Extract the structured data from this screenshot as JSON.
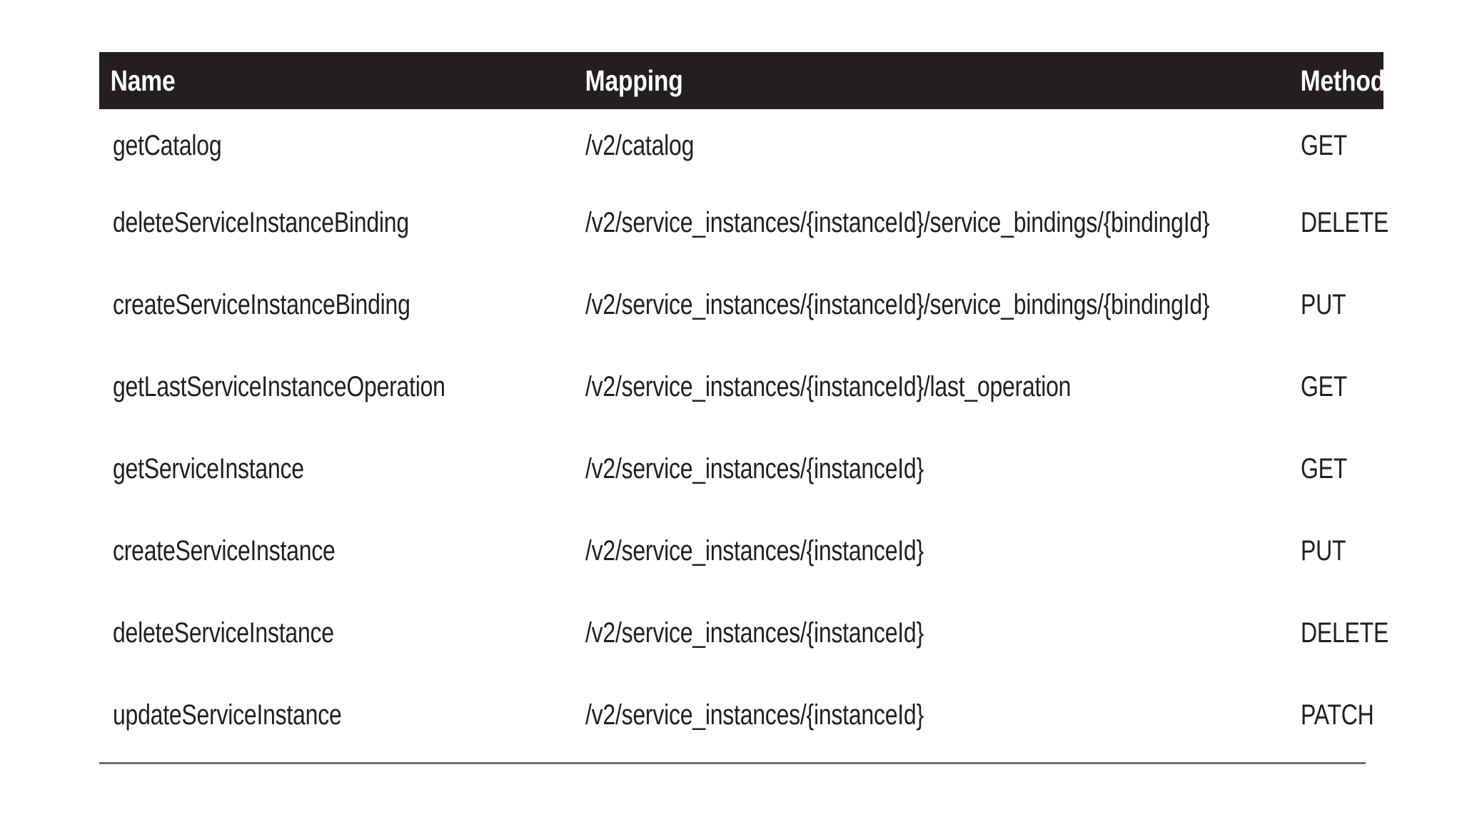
{
  "table": {
    "columns": [
      {
        "key": "name",
        "label": "Name"
      },
      {
        "key": "mapping",
        "label": "Mapping"
      },
      {
        "key": "method",
        "label": "Method"
      }
    ],
    "header_background": "#231f20",
    "header_text_color": "#ffffff",
    "body_text_color": "#231f20",
    "rule_color": "#6d6e71",
    "page_background": "#ffffff",
    "rows": [
      {
        "name": "getCatalog",
        "mapping": "/v2/catalog",
        "method": "GET"
      },
      {
        "name": "deleteServiceInstanceBinding",
        "mapping": "/v2/service_instances/{instanceId}/service_bindings/{bindingId}",
        "method": "DELETE"
      },
      {
        "name": "createServiceInstanceBinding",
        "mapping": "/v2/service_instances/{instanceId}/service_bindings/{bindingId}",
        "method": "PUT"
      },
      {
        "name": "getLastServiceInstanceOperation",
        "mapping": "/v2/service_instances/{instanceId}/last_operation",
        "method": "GET"
      },
      {
        "name": "getServiceInstance",
        "mapping": "/v2/service_instances/{instanceId}",
        "method": "GET"
      },
      {
        "name": "createServiceInstance",
        "mapping": "/v2/service_instances/{instanceId}",
        "method": "PUT"
      },
      {
        "name": "deleteServiceInstance",
        "mapping": "/v2/service_instances/{instanceId}",
        "method": "DELETE"
      },
      {
        "name": "updateServiceInstance",
        "mapping": "/v2/service_instances/{instanceId}",
        "method": "PATCH"
      }
    ]
  }
}
